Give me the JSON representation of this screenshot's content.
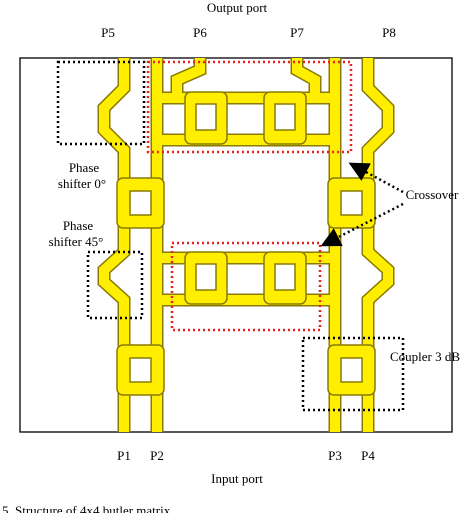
{
  "title_top": "Output port",
  "title_bottom": "Input port",
  "ports_top": [
    "P5",
    "P6",
    "P7",
    "P8"
  ],
  "ports_bottom": [
    "P1",
    "P2",
    "P3",
    "P4"
  ],
  "labels": {
    "phase0_line1": "Phase",
    "phase0_line2": "shifter 0°",
    "phase45_line1": "Phase",
    "phase45_line2": "shifter 45°",
    "crossover": "Crossover",
    "coupler": "Coupler 3 dB"
  },
  "caption": "5. Structure of 4x4 butler matrix",
  "colors": {
    "trace_fill": "#ffee00",
    "trace_stroke": "#8a7a00",
    "highlight": "#e8211b"
  }
}
